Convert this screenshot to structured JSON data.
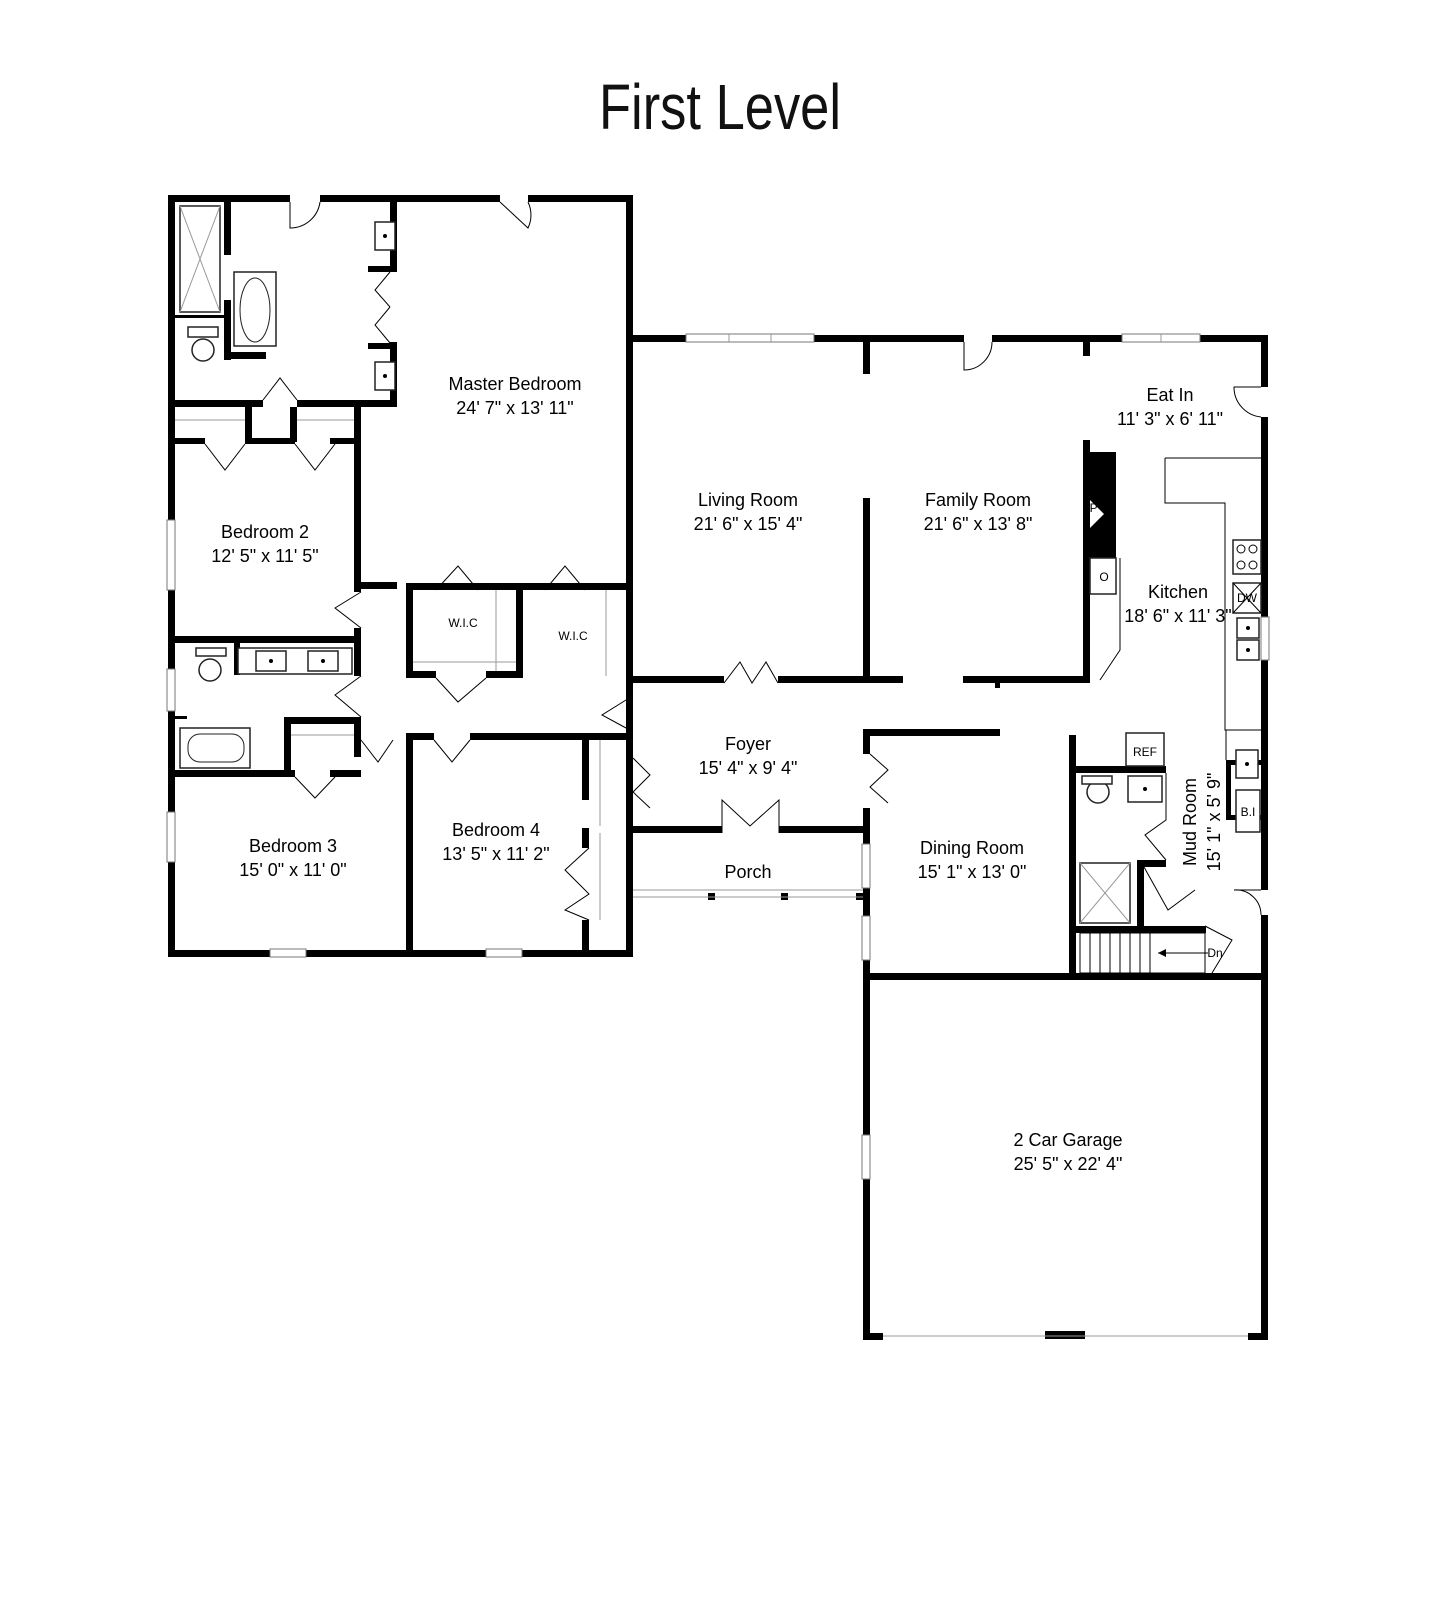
{
  "title": "First Level",
  "rooms": {
    "master_bedroom": {
      "name": "Master Bedroom",
      "dims": "24' 7\" x 13' 11\""
    },
    "bedroom2": {
      "name": "Bedroom 2",
      "dims": "12' 5\" x 11' 5\""
    },
    "bedroom3": {
      "name": "Bedroom 3",
      "dims": "15' 0\" x 11' 0\""
    },
    "bedroom4": {
      "name": "Bedroom 4",
      "dims": "13' 5\" x 11' 2\""
    },
    "living_room": {
      "name": "Living Room",
      "dims": "21' 6\" x 15' 4\""
    },
    "family_room": {
      "name": "Family Room",
      "dims": "21' 6\" x 13' 8\""
    },
    "eat_in": {
      "name": "Eat In",
      "dims": "11' 3\" x 6' 11\""
    },
    "kitchen": {
      "name": "Kitchen",
      "dims": "18' 6\" x 11' 3\""
    },
    "foyer": {
      "name": "Foyer",
      "dims": "15' 4\" x 9' 4\""
    },
    "porch": {
      "name": "Porch"
    },
    "dining_room": {
      "name": "Dining Room",
      "dims": "15' 1\" x 13' 0\""
    },
    "mud_room": {
      "name": "Mud Room",
      "dims": "15' 1\" x 5' 9\""
    },
    "garage": {
      "name": "2 Car Garage",
      "dims": "25' 5\" x 22' 4\""
    }
  },
  "fixtures": {
    "wic": "W.I.C",
    "fp": "FP",
    "oven": "O",
    "dw": "DW",
    "ref": "REF",
    "bi": "B.I",
    "stairs_down": "Dn"
  }
}
